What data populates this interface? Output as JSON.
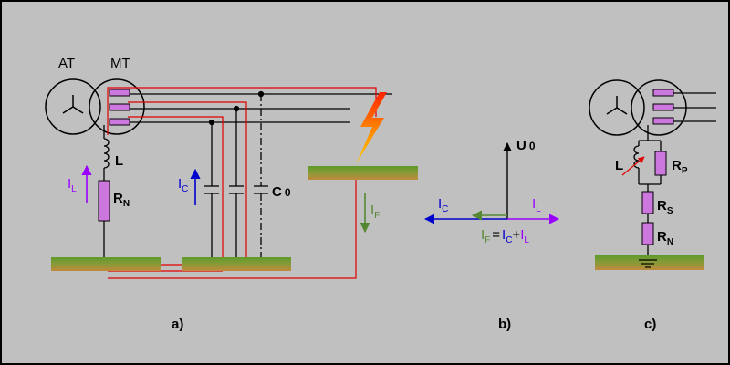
{
  "colors": {
    "background": "#c0c0c0",
    "wire": "#000000",
    "fault_loop": "#e00000",
    "resistor": "#cc77dd",
    "ground_top": "#6a9a2a",
    "ground_bottom": "#c09040",
    "current_L": "#9900ff",
    "current_C": "#0000cc",
    "current_F": "#558833",
    "phasor_U": "#000000"
  },
  "a": {
    "transformer": {
      "hv_label": "AT",
      "mv_label": "MT"
    },
    "inductor_label": "L",
    "resistor_label": {
      "main": "R",
      "sub": "N"
    },
    "current_L": {
      "main": "I",
      "sub": "L"
    },
    "current_C": {
      "main": "I",
      "sub": "C"
    },
    "capacitor_label": {
      "main": "C",
      "sub": "0"
    },
    "fault_current": {
      "main": "I",
      "sub": "F"
    },
    "panel_label": "a)"
  },
  "b": {
    "voltage": {
      "main": "U",
      "sub": "0"
    },
    "current_C": {
      "main": "I",
      "sub": "C"
    },
    "current_L": {
      "main": "I",
      "sub": "L"
    },
    "equation": {
      "lhs": {
        "main": "I",
        "sub": "F"
      },
      "eq": "=",
      "t1": {
        "main": "I",
        "sub": "C"
      },
      "plus": "+",
      "t2": {
        "main": "I",
        "sub": "L"
      }
    },
    "panel_label": "b)"
  },
  "c": {
    "inductor_label": "L",
    "rp": {
      "main": "R",
      "sub": "P"
    },
    "rs": {
      "main": "R",
      "sub": "S"
    },
    "rn": {
      "main": "R",
      "sub": "N"
    },
    "panel_label": "c)"
  }
}
